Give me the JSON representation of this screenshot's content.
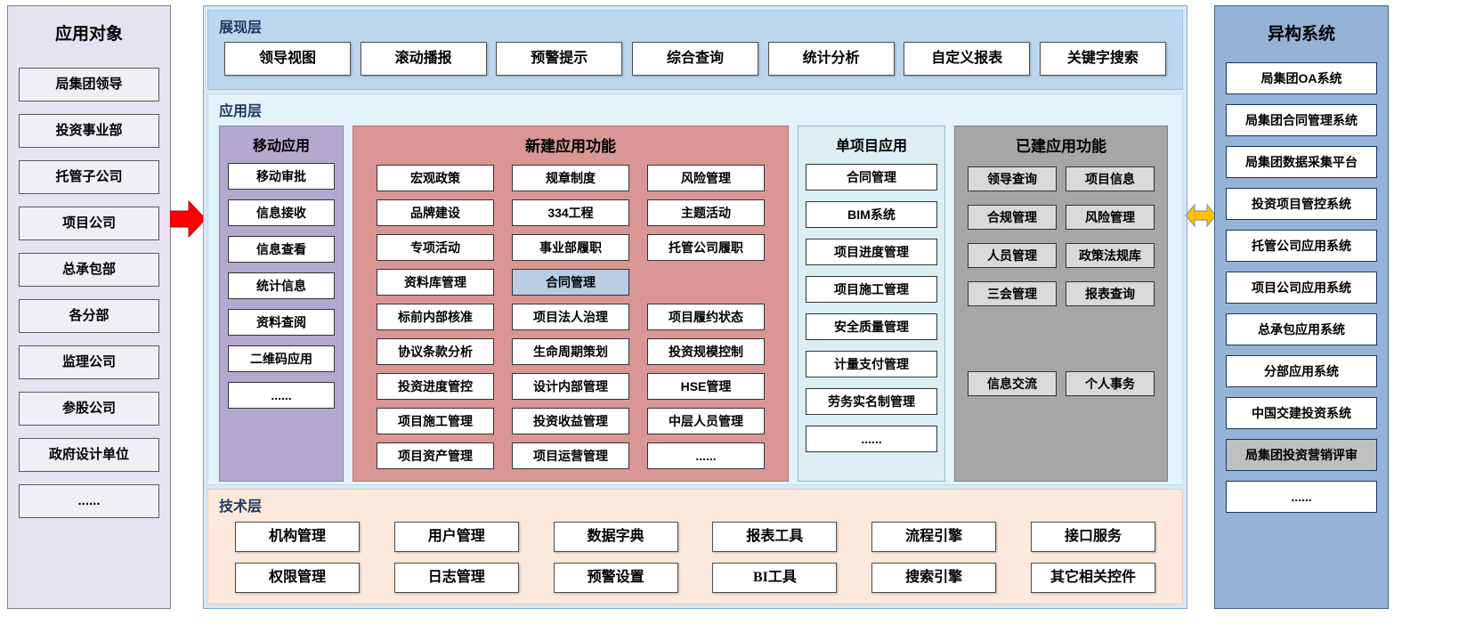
{
  "left_panel": {
    "title": "应用对象",
    "items": [
      "局集团领导",
      "投资事业部",
      "托管子公司",
      "项目公司",
      "总承包部",
      "各分部",
      "监理公司",
      "参股公司",
      "政府设计单位",
      "......"
    ]
  },
  "presentation_layer": {
    "title": "展现层",
    "items": [
      "领导视图",
      "滚动播报",
      "预警提示",
      "综合查询",
      "统计分析",
      "自定义报表",
      "关键字搜索"
    ]
  },
  "application_layer": {
    "title": "应用层",
    "mobile": {
      "title": "移动应用",
      "items": [
        "移动审批",
        "信息接收",
        "信息查看",
        "统计信息",
        "资料查阅",
        "二维码应用",
        "......"
      ]
    },
    "new_functions": {
      "title": "新建应用功能",
      "col1": [
        "宏观政策",
        "品牌建设",
        "专项活动",
        "资料库管理",
        "标前内部核准",
        "协议条款分析",
        "投资进度管控",
        "项目施工管理",
        "项目资产管理"
      ],
      "col2": [
        "规章制度",
        "334工程",
        "事业部履职",
        "合同管理",
        "项目法人治理",
        "生命周期策划",
        "设计内部管理",
        "投资收益管理",
        "项目运营管理"
      ],
      "col3": [
        "风险管理",
        "主题活动",
        "托管公司履职",
        "",
        "项目履约状态",
        "投资规模控制",
        "HSE管理",
        "中层人员管理",
        "......"
      ]
    },
    "single_project": {
      "title": "单项目应用",
      "items": [
        "合同管理",
        "BIM系统",
        "项目进度管理",
        "项目施工管理",
        "安全质量管理",
        "计量支付管理",
        "劳务实名制管理",
        "......"
      ]
    },
    "built_functions": {
      "title": "已建应用功能",
      "items": [
        "领导查询",
        "项目信息",
        "合规管理",
        "风险管理",
        "人员管理",
        "政策法规库",
        "三会管理",
        "报表查询",
        "信息交流",
        "个人事务"
      ]
    }
  },
  "technology_layer": {
    "title": "技术层",
    "row1": [
      "机构管理",
      "用户管理",
      "数据字典",
      "报表工具",
      "流程引擎",
      "接口服务"
    ],
    "row2": [
      "权限管理",
      "日志管理",
      "预警设置",
      "BI工具",
      "搜索引擎",
      "其它相关控件"
    ]
  },
  "right_panel": {
    "title": "异构系统",
    "items": [
      "局集团OA系统",
      "局集团合同管理系统",
      "局集团数据采集平台",
      "投资项目管控系统",
      "托管公司应用系统",
      "项目公司应用系统",
      "总承包应用系统",
      "分部应用系统",
      "中国交建投资系统",
      "局集团投资营销评审",
      "......"
    ]
  },
  "colors": {
    "left_panel_bg": "#e7e2ef",
    "right_panel_bg": "#95b3d7",
    "presentation_bg": "#bdd7ee",
    "application_bg": "#e2f3f9",
    "mobile_bg": "#b3a9cf",
    "new_functions_bg": "#d99694",
    "single_project_bg": "#daeef3",
    "built_functions_bg": "#a6a6a6",
    "technology_bg": "#fce9db",
    "highlight_cell": "#b8cce4",
    "gray_item": "#bfbfbf",
    "red_arrow": "#ff0000",
    "yellow_arrow": "#ffc000"
  }
}
